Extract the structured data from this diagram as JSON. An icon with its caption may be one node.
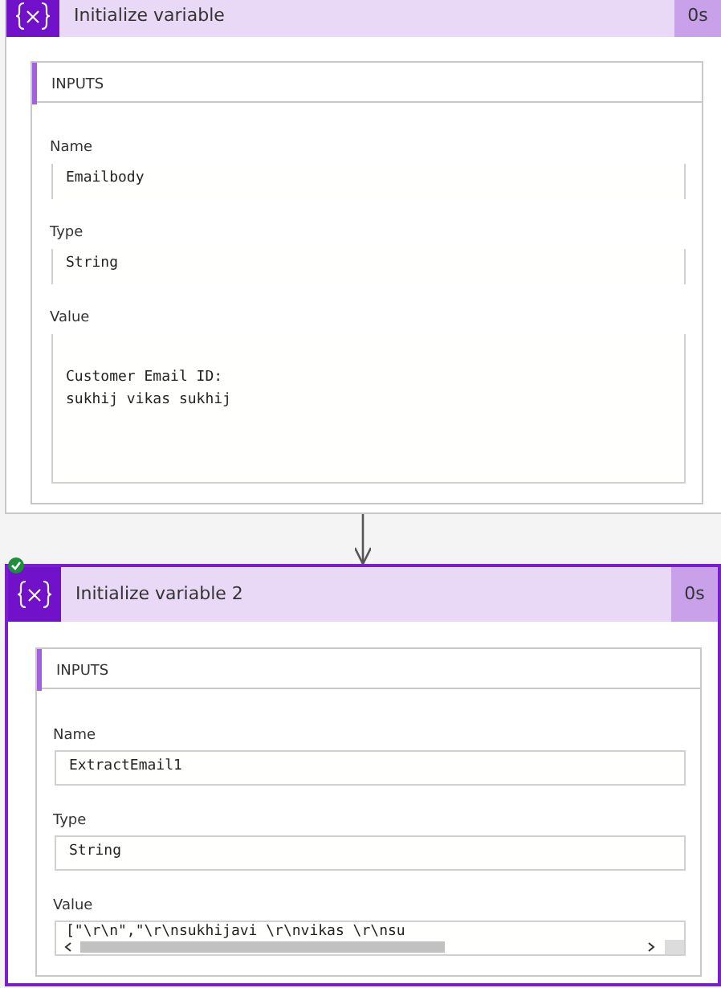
{
  "diagram": {
    "nodes": [
      {
        "text": [
          "Initialize variable",
          "0s"
        ]
      },
      {
        "text": [
          "INPUTS"
        ],
        "in": 0
      },
      {
        "text": [
          "Name",
          "Emailbody"
        ],
        "in": 1
      },
      {
        "text": [
          "Type",
          "String"
        ],
        "in": 1
      },
      {
        "text": [
          "Value",
          "Customer Email ID: sukhij vikas sukhij"
        ],
        "in": 1
      },
      {
        "text": [
          "Initialize variable 2",
          "0s"
        ]
      },
      {
        "text": [
          "INPUTS"
        ],
        "in": 5
      },
      {
        "text": [
          "Name",
          "ExtractEmail1"
        ],
        "in": 6
      },
      {
        "text": [
          "Type",
          "String"
        ],
        "in": 6
      },
      {
        "text": [
          "Value",
          "[\"\\r\\n\",\"\\r\\nsukhijavi \\r\\nvikas \\r\\nsu"
        ],
        "in": 6
      }
    ],
    "edges": [
      {
        "from": 0,
        "to": 5,
        "arrow": "to"
      }
    ]
  }
}
